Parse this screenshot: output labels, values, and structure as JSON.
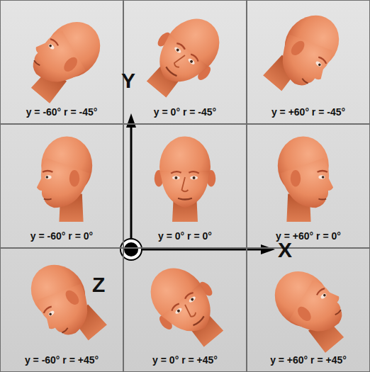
{
  "diagram": {
    "nodes": [
      {
        "text": [
          "y = -60° r = -45°"
        ]
      },
      {
        "text": [
          "y = 0° r = -45°"
        ]
      },
      {
        "text": [
          "y = +60° r = -45°"
        ]
      },
      {
        "text": [
          "y = -60° r = 0°"
        ]
      },
      {
        "text": [
          "y = 0° r = 0°"
        ]
      },
      {
        "text": [
          "y = +60° r = 0°"
        ]
      },
      {
        "text": [
          "y = -60° r = +45°"
        ]
      },
      {
        "text": [
          "y = 0° r = +45°"
        ]
      },
      {
        "text": [
          "y = +60° r = +45°"
        ]
      }
    ],
    "labels": [
      "Y",
      "X",
      "Z"
    ]
  }
}
